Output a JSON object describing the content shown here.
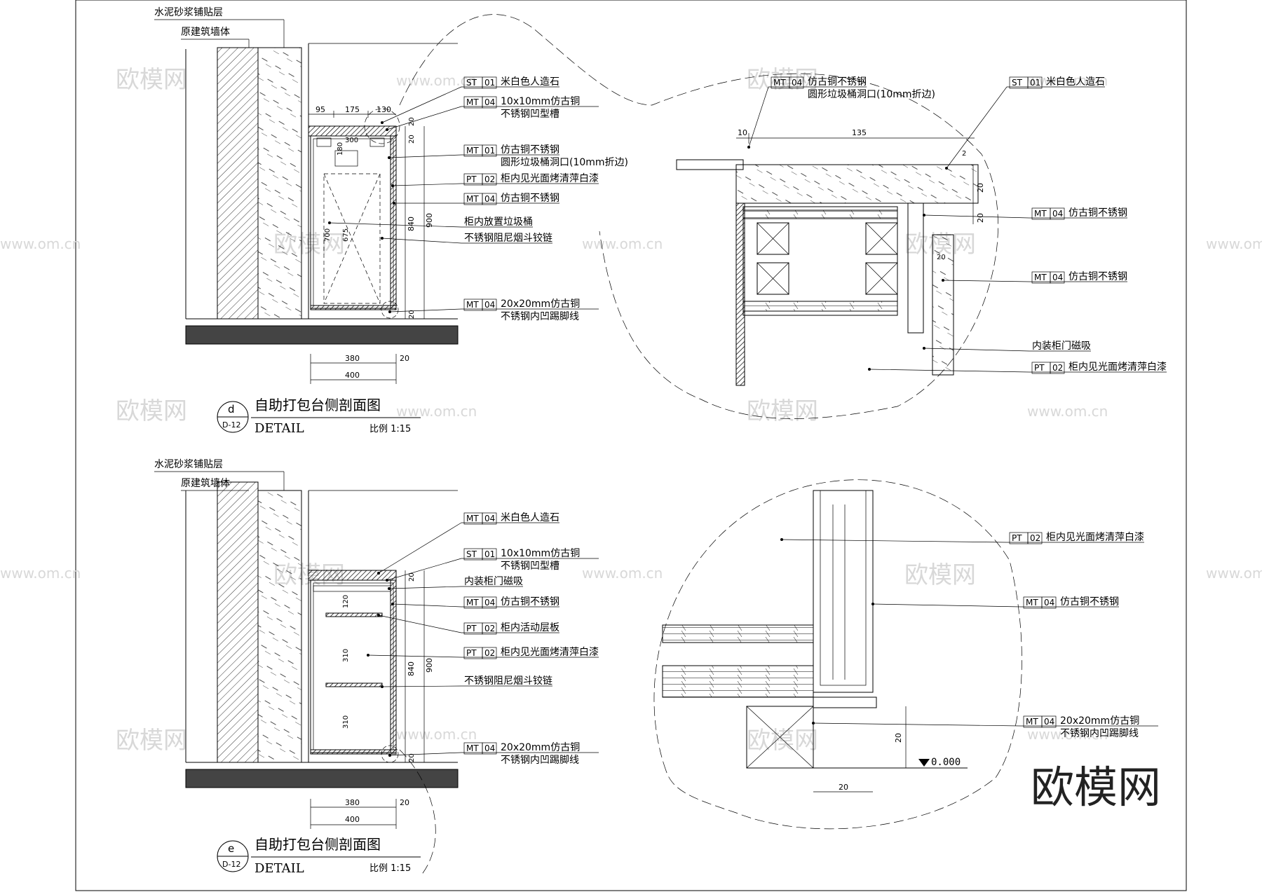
{
  "watermark": {
    "brand": "欧模网",
    "site": "www.om.cn"
  },
  "detail_d": {
    "title": "自助打包台侧剖面图",
    "letter": "d",
    "sheet": "D-12",
    "sub": "DETAIL",
    "scale": "比例  1:15",
    "wall_label_1": "水泥砂浆铺贴层",
    "wall_label_2": "原建筑墙体",
    "dims": {
      "a": "95",
      "b": "175",
      "c": "130",
      "d": "300",
      "e": "180",
      "f": "700",
      "g": "675",
      "h": "840",
      "i": "900",
      "j": "20",
      "k": "380",
      "l": "400"
    },
    "callouts": [
      {
        "code": "ST",
        "num": "01",
        "text": "米白色人造石",
        "text2": ""
      },
      {
        "code": "MT",
        "num": "04",
        "text": "10x10mm仿古铜",
        "text2": "不锈钢凹型槽"
      },
      {
        "code": "MT",
        "num": "01",
        "text": "仿古铜不锈钢",
        "text2": "圆形垃圾桶洞口(10mm折边)"
      },
      {
        "code": "PT",
        "num": "02",
        "text": "柜内见光面烤清萍白漆",
        "text2": ""
      },
      {
        "code": "MT",
        "num": "04",
        "text": "仿古铜不锈钢",
        "text2": ""
      },
      {
        "code": "",
        "num": "",
        "text": "柜内放置垃圾桶",
        "text2": ""
      },
      {
        "code": "",
        "num": "",
        "text": "不锈钢阻尼烟斗铰链",
        "text2": ""
      },
      {
        "code": "MT",
        "num": "04",
        "text": "20x20mm仿古铜",
        "text2": "不锈钢内凹踢脚线"
      }
    ]
  },
  "detail_e": {
    "title": "自助打包台侧剖面图",
    "letter": "e",
    "sheet": "D-12",
    "sub": "DETAIL",
    "scale": "比例  1:15",
    "wall_label_1": "水泥砂浆铺贴层",
    "wall_label_2": "原建筑墙体",
    "dims": {
      "a": "120",
      "b": "310",
      "c": "310",
      "d": "840",
      "e": "900",
      "f": "20",
      "g": "380",
      "h": "400"
    },
    "callouts": [
      {
        "code": "MT",
        "num": "04",
        "text": "米白色人造石",
        "text2": ""
      },
      {
        "code": "ST",
        "num": "01",
        "text": "10x10mm仿古铜",
        "text2": "不锈钢凹型槽"
      },
      {
        "code": "",
        "num": "",
        "text": "内装柜门磁吸",
        "text2": ""
      },
      {
        "code": "MT",
        "num": "04",
        "text": "仿古铜不锈钢",
        "text2": ""
      },
      {
        "code": "PT",
        "num": "02",
        "text": "柜内活动层板",
        "text2": ""
      },
      {
        "code": "PT",
        "num": "02",
        "text": "柜内见光面烤清萍白漆",
        "text2": ""
      },
      {
        "code": "",
        "num": "",
        "text": "不锈钢阻尼烟斗铰链",
        "text2": ""
      },
      {
        "code": "MT",
        "num": "04",
        "text": "20x20mm仿古铜",
        "text2": "不锈钢内凹踢脚线"
      }
    ]
  },
  "enlarge_top": {
    "callout_top": {
      "code": "MT",
      "num": "04",
      "text": "仿古铜不锈钢",
      "text2": "圆形垃圾桶洞口(10mm折边)"
    },
    "dims": {
      "a": "10",
      "b": "135",
      "c": "20",
      "d": "20",
      "e": "20",
      "f": "2"
    },
    "callouts": [
      {
        "code": "ST",
        "num": "01",
        "text": "米白色人造石"
      },
      {
        "code": "MT",
        "num": "04",
        "text": "仿古铜不锈钢"
      },
      {
        "code": "MT",
        "num": "04",
        "text": "仿古铜不锈钢"
      },
      {
        "code": "",
        "num": "",
        "text": "内装柜门磁吸"
      },
      {
        "code": "PT",
        "num": "02",
        "text": "柜内见光面烤清萍白漆"
      }
    ]
  },
  "enlarge_bottom": {
    "dims": {
      "a": "20",
      "b": "20"
    },
    "level": "0.000",
    "callouts": [
      {
        "code": "PT",
        "num": "02",
        "text": "柜内见光面烤清萍白漆",
        "text2": ""
      },
      {
        "code": "MT",
        "num": "04",
        "text": "仿古铜不锈钢",
        "text2": ""
      },
      {
        "code": "MT",
        "num": "04",
        "text": "20x20mm仿古铜",
        "text2": "不锈钢内凹踢脚线"
      }
    ]
  }
}
